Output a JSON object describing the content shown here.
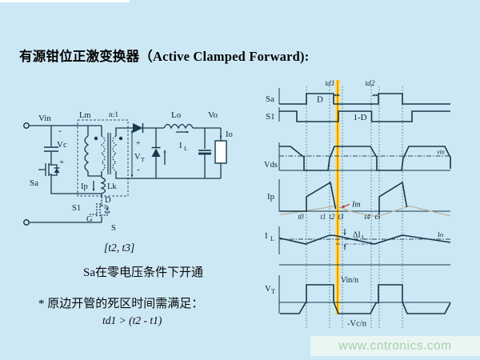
{
  "title": "有源钳位正激变换器（Active Clamped Forward):",
  "circuit": {
    "vin": "Vin",
    "minus_top": "-",
    "vc": "Vc",
    "plus_mid": "+",
    "sa": "Sa",
    "lm": "Lm",
    "ratio": "n:1",
    "ip": "Ip",
    "lk": "Lk",
    "s1": "S1",
    "g": "G",
    "d": "D",
    "s": "S",
    "vt_plus": "+",
    "vt_main": "V",
    "vt_sub": "T",
    "vt_minus": "-",
    "lo": "Lo",
    "vo": "Vo",
    "io": "Io",
    "il_main": "I",
    "il_sub": "L"
  },
  "notes": {
    "interval": "[t2, t3]",
    "zvs": "Sa在零电压条件下开通",
    "deadtime": "* 原边开管的死区时间需满足：",
    "formula": "td1 > (t2 - t1)"
  },
  "waveforms": {
    "sa": "Sa",
    "s1": "S1",
    "vds": "Vds",
    "ip": "Ip",
    "il_main": "I",
    "il_sub": "L",
    "vt_main": "V",
    "vt_sub": "T",
    "d": "D",
    "one_minus_d": "1-D",
    "td1": "td1",
    "td2": "td2",
    "vin_level": "vin",
    "im": "Im",
    "io_level": "Io",
    "delta_il_main": "ΔI",
    "delta_il_sub": "L",
    "vin_n": "Vin/n",
    "neg_vc_n": "-Vc/n",
    "times": [
      "t0",
      "t1",
      "t2",
      "t3",
      "t4",
      "t5"
    ]
  },
  "watermark": "www.cntronics.com",
  "colors": {
    "background": "#cde8f5",
    "line": "#16384a",
    "highlight_yellow": "#ffdf4e",
    "highlight_orange": "#f59b00",
    "im_curve": "#bdb49c",
    "im_label": "#cc2222",
    "watermark_green": "#a6d0a9",
    "watermark_bg": "#e9f6f2"
  }
}
